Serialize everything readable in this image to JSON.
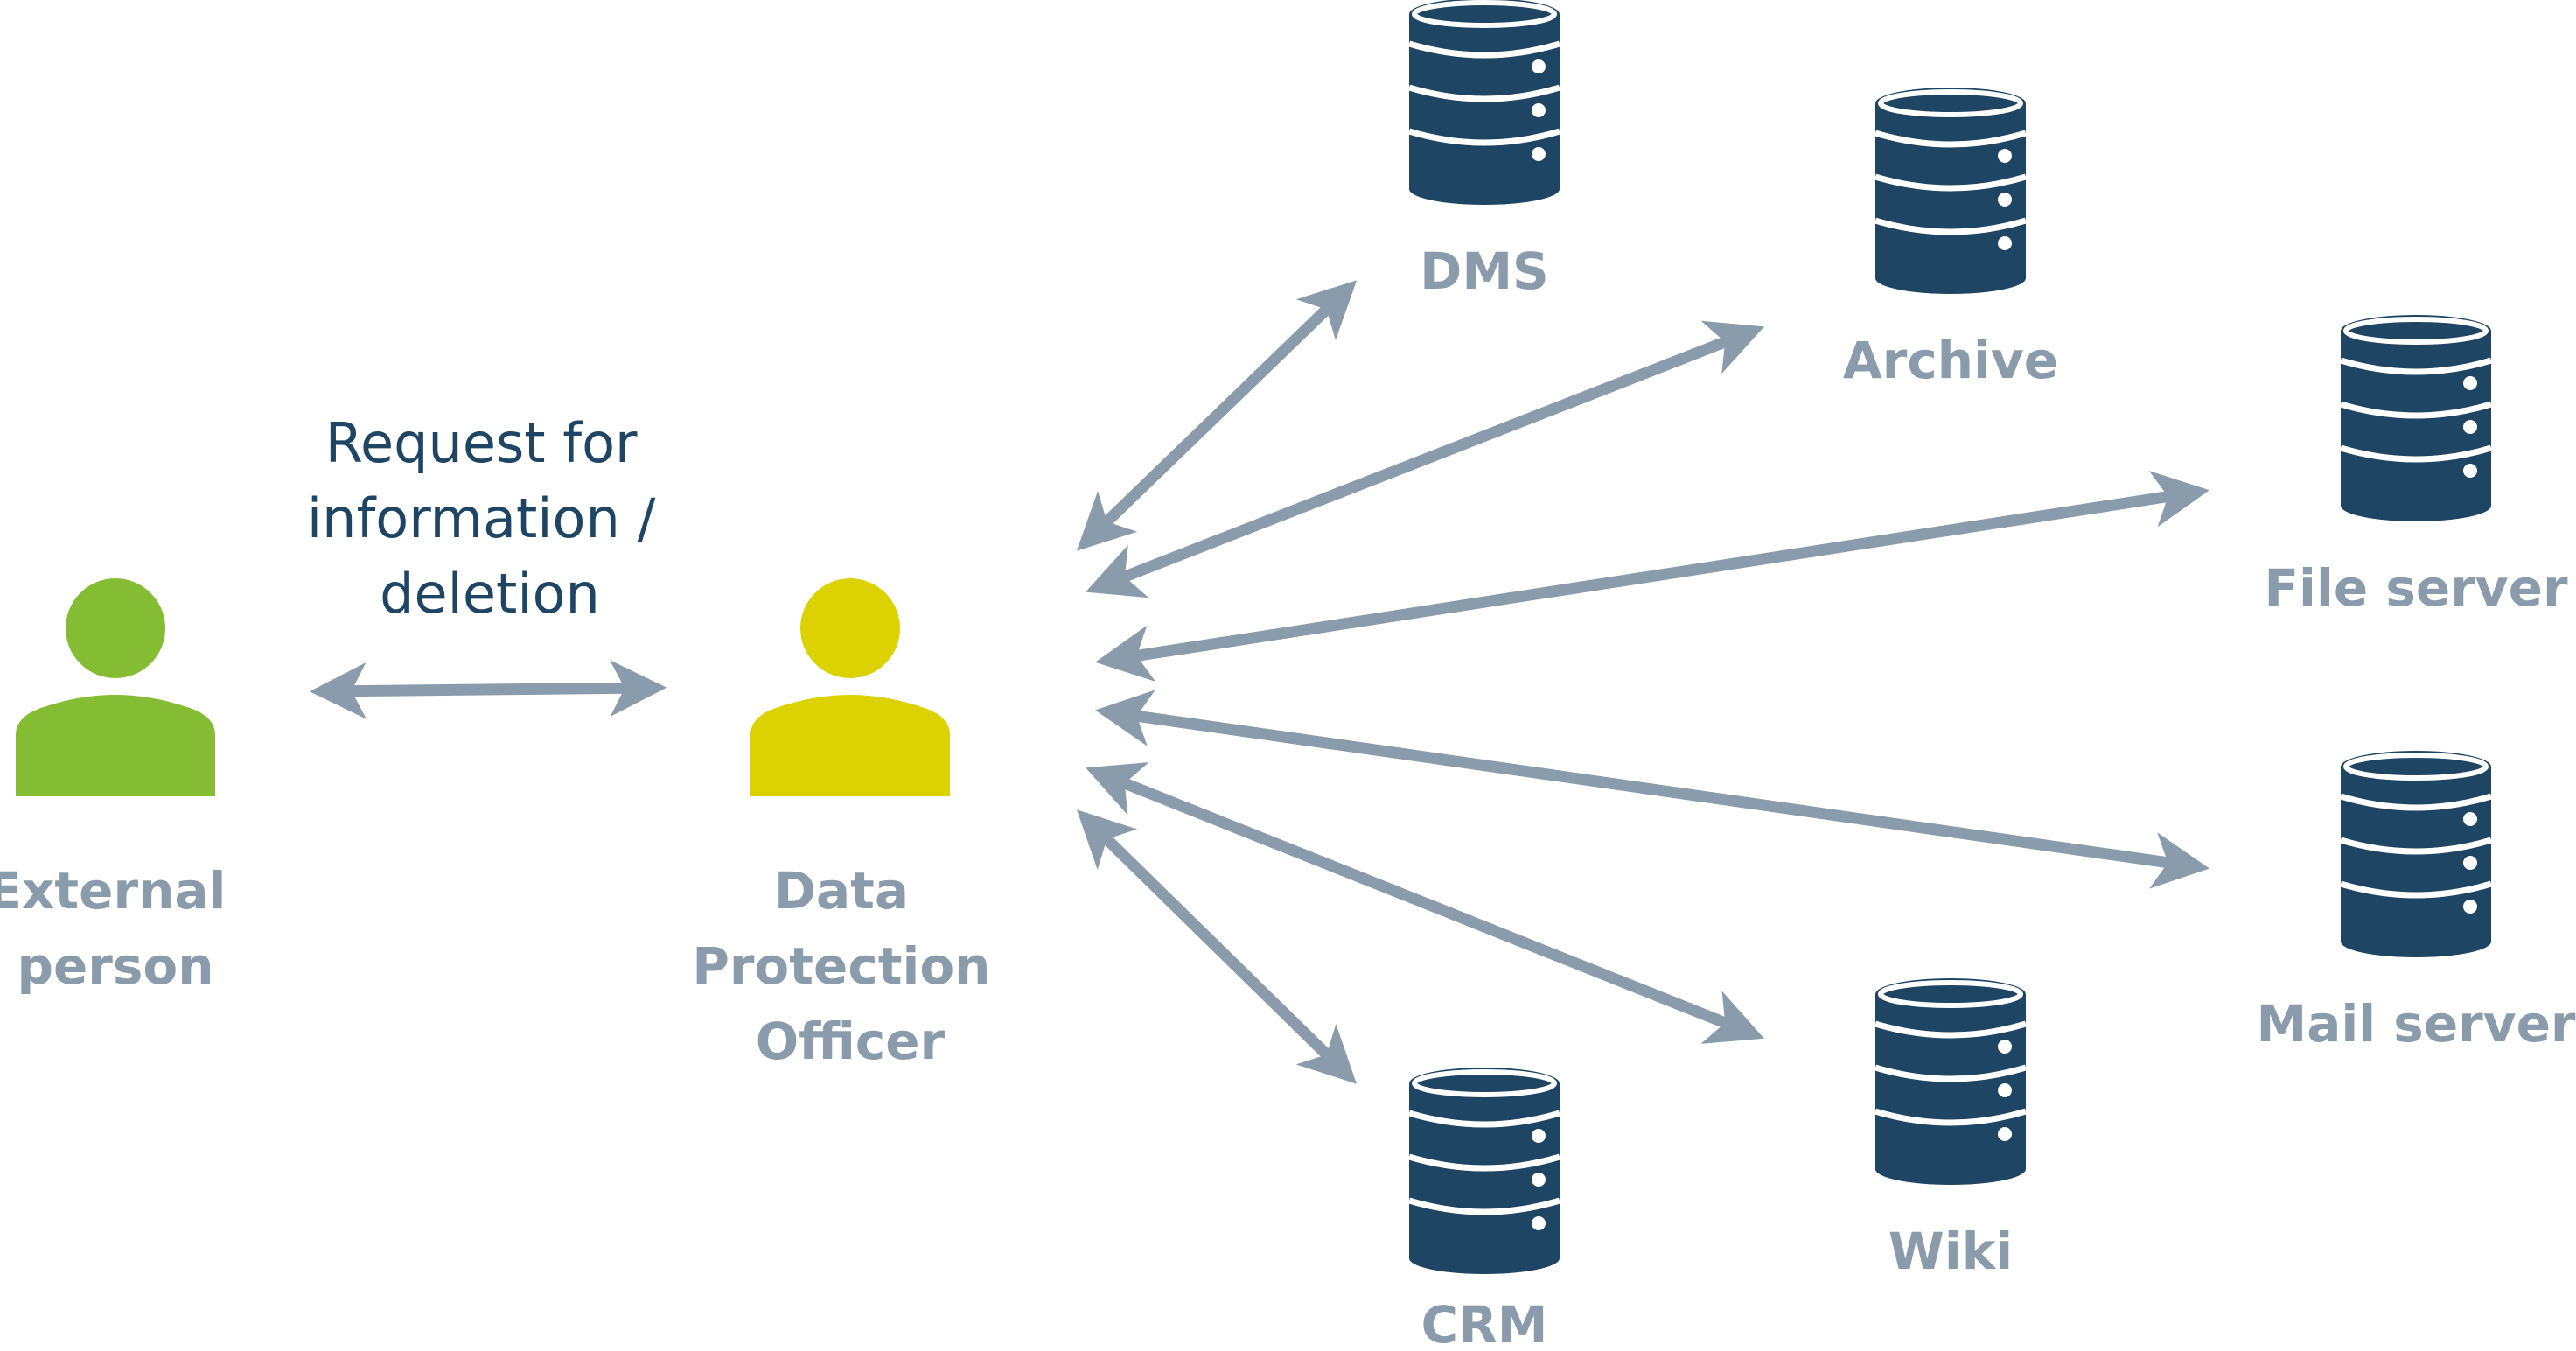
{
  "colors": {
    "arrow": "#8a9cab",
    "database": "#1e4564",
    "label_gray": "#8a9cab",
    "label_navy": "#1e4564",
    "external_person": "#84bd34",
    "officer": "#ddd201"
  },
  "request_label": {
    "line1": "Request for",
    "line2": "information /",
    "line3": "deletion"
  },
  "actors": {
    "external_person": {
      "line1": "External",
      "line2": "person",
      "icon": "person-icon"
    },
    "officer": {
      "line1": "Data",
      "line2": "Protection",
      "line3": "Officer",
      "icon": "person-icon"
    }
  },
  "systems": [
    {
      "label": "DMS",
      "icon": "database-icon"
    },
    {
      "label": "Archive",
      "icon": "database-icon"
    },
    {
      "label": "File server",
      "icon": "database-icon"
    },
    {
      "label": "Mail server",
      "icon": "database-icon"
    },
    {
      "label": "Wiki",
      "icon": "database-icon"
    },
    {
      "label": "CRM",
      "icon": "database-icon"
    }
  ]
}
